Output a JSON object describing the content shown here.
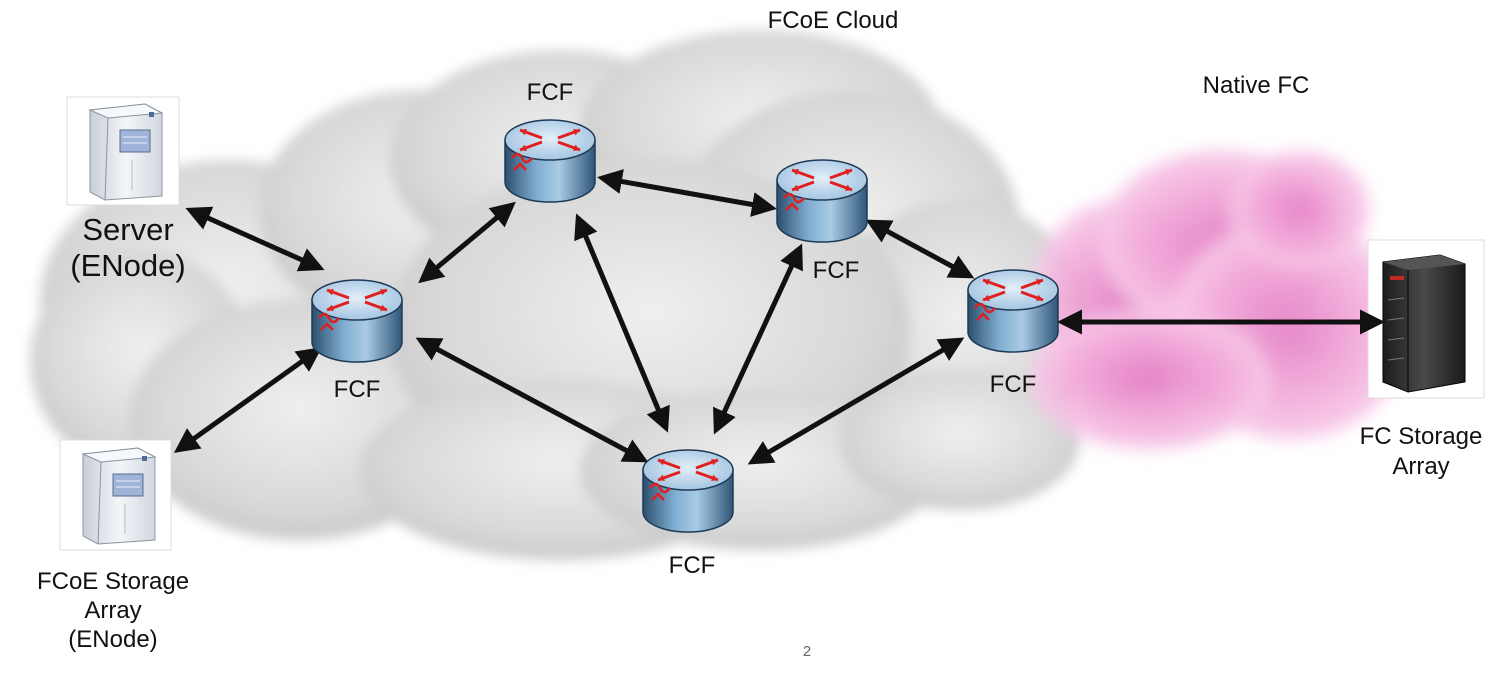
{
  "diagram": {
    "cloud_label": "FCoE Cloud",
    "native_label": "Native FC",
    "server_label_line1": "Server",
    "server_label_line2": "(ENode)",
    "fcoe_storage_line1": "FCoE Storage",
    "fcoe_storage_line2": "Array",
    "fcoe_storage_line3": "(ENode)",
    "fc_storage_line1": "FC Storage",
    "fc_storage_line2": "Array",
    "fcf_label": "FCF",
    "page_number": "2"
  },
  "colors": {
    "fcoe_cloud": "#d9d9d9",
    "native_fc_cloud": "#f5a8dc",
    "router_body": "#8bb7d8",
    "router_arrows": "#e02020",
    "link": "#111111"
  }
}
